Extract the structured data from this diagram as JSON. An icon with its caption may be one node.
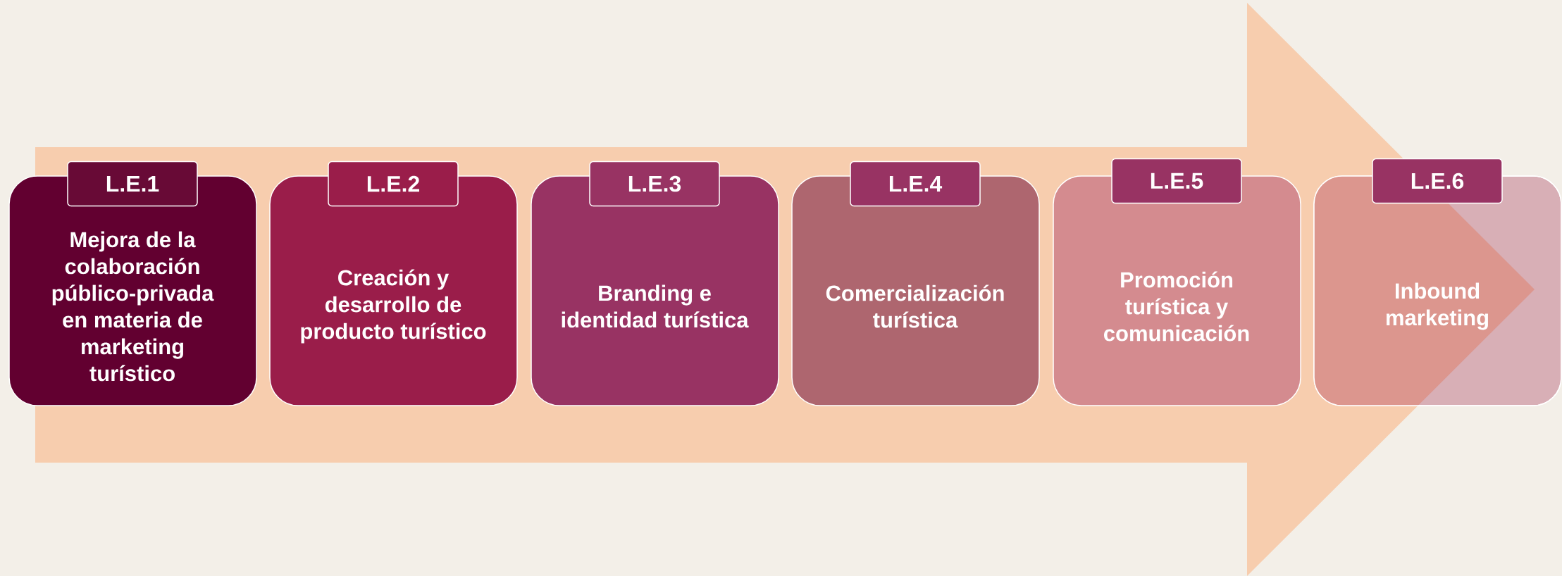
{
  "diagram": {
    "nodes": [
      {
        "text": [
          "L.E.1"
        ]
      },
      {
        "text": [
          "Mejora de la colaboración público-privada en materia de marketing turístico"
        ]
      },
      {
        "text": [
          "L.E.2"
        ]
      },
      {
        "text": [
          "Creación y desarrollo de producto turístico"
        ]
      },
      {
        "text": [
          "L.E.3"
        ]
      },
      {
        "text": [
          "Branding e identidad turística"
        ]
      },
      {
        "text": [
          "L.E.4"
        ]
      },
      {
        "text": [
          "Comercialización turística"
        ]
      },
      {
        "text": [
          "L.E.5"
        ]
      },
      {
        "text": [
          "Promoción turística y comunicación"
        ]
      },
      {
        "text": [
          "L.E.6"
        ]
      },
      {
        "text": [
          "Inbound marketing"
        ]
      }
    ],
    "edges": [
      {
        "from": 1,
        "to": 11,
        "arrow": "to",
        "style": "thick"
      }
    ]
  }
}
